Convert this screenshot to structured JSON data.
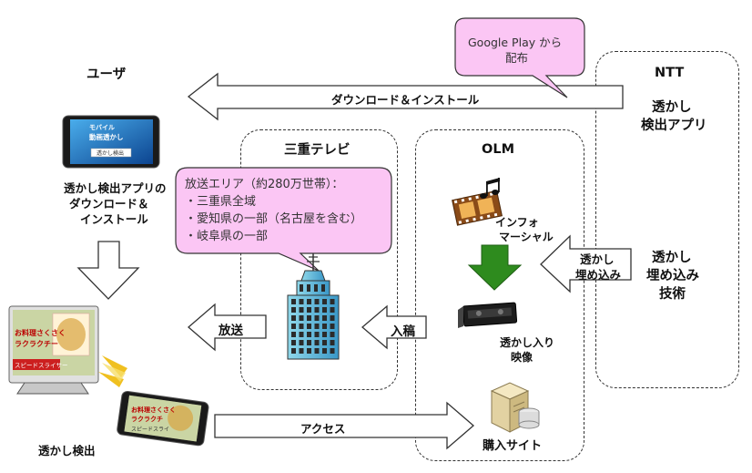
{
  "bubbles": {
    "google_play": [
      "Google Play から",
      "配布"
    ],
    "broadcast_area": [
      "放送エリア（約280万世帯）：",
      "・三重県全域",
      "・愛知県の一部（名古屋を含む）",
      "・岐阜県の一部"
    ]
  },
  "groups": {
    "user": "ユーザ",
    "mie_tv": "三重テレビ",
    "olm": "OLM",
    "ntt": "NTT"
  },
  "arrows": {
    "download": "ダウンロード＆インストール",
    "broadcast": "放送",
    "submission": "入稿",
    "embed": [
      "透かし",
      "埋め込み"
    ],
    "access": "アクセス"
  },
  "labels": {
    "user_download": [
      "透かし検出アプリの",
      "ダウンロード＆",
      "インストール"
    ],
    "watermark_detect": "透かし検出",
    "infomercial": [
      "インフォ",
      "マーシャル"
    ],
    "watermarked_video": [
      "透かし入り",
      "映像"
    ],
    "purchase_site": "購入サイト",
    "ntt_detect_app": [
      "透かし",
      "検出アプリ"
    ],
    "ntt_embed_tech": [
      "透かし",
      "埋め込み",
      "技術"
    ]
  },
  "device_screens": {
    "phone_top": [
      "モバイル",
      "動画透かし",
      "透かし検出"
    ],
    "tv": [
      "お料理さくさく",
      "ラクラクチー",
      "スピードスライサー"
    ],
    "phone_bottom": [
      "お料理さくさく",
      "ラクラクチ",
      "スピードスライ"
    ]
  },
  "colors": {
    "bubble_fill": "#fbc6f4",
    "arrow_green": "#2e8b1e",
    "outline": "#333333"
  }
}
